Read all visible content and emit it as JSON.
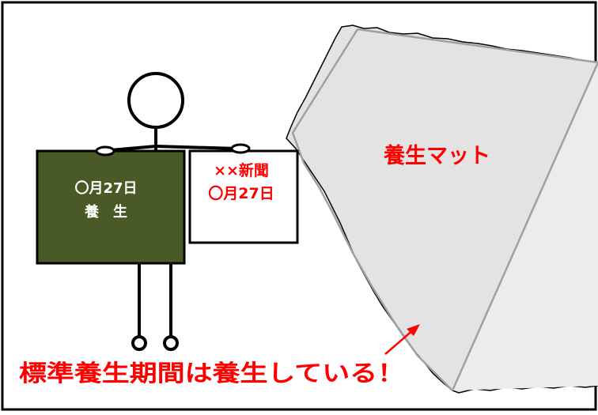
{
  "board": {
    "line1": "〇月27日",
    "line2": "養　生",
    "color": "#4a5a26"
  },
  "newspaper": {
    "line1": "××新聞",
    "line2": "〇月27日"
  },
  "mat_label": "養生マット",
  "caption": "標準養生期間は養生している！",
  "colors": {
    "accent": "#ff0000",
    "mat_fill": "#e3e3e3",
    "mat_edge": "#a0a0a0"
  }
}
